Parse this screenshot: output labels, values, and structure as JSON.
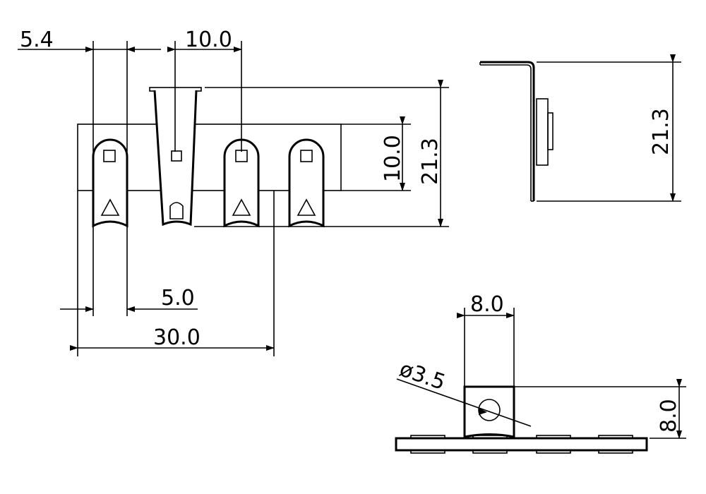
{
  "drawing": {
    "dimensions": {
      "terminal_width": "5.4",
      "terminal_pitch": "10.0",
      "gap_width": "5.0",
      "overall_length": "30.0",
      "inner_height": "10.0",
      "overall_height": "21.3",
      "side_height": "21.3",
      "tab_width": "8.0",
      "hole_diameter": "ø3.5",
      "tab_height": "8.0"
    }
  }
}
